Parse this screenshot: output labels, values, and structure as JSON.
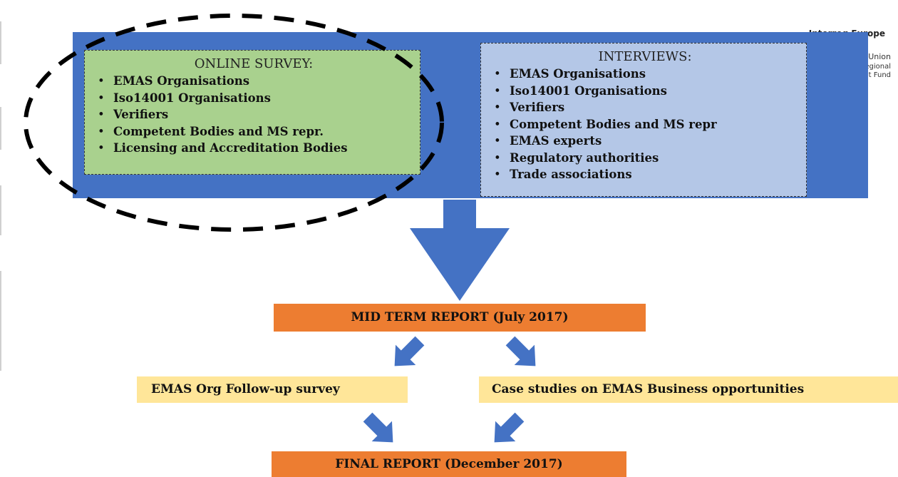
{
  "header_logo": {
    "line1": "Interreg Europe",
    "line2": "Union",
    "line3": "egional",
    "line4": "t Fund"
  },
  "survey": {
    "title": "ONLINE SURVEY:",
    "items": [
      "EMAS Organisations",
      "Iso14001 Organisations",
      "Verifiers",
      "Competent Bodies and MS repr.",
      "Licensing and Accreditation Bodies"
    ]
  },
  "interviews": {
    "title": "INTERVIEWS:",
    "items": [
      "EMAS Organisations",
      "Iso14001 Organisations",
      "Verifiers",
      "Competent Bodies and MS repr",
      "EMAS experts",
      "Regulatory authorities",
      "Trade associations"
    ]
  },
  "bullet": "•",
  "mid_report": "MID TERM REPORT (July 2017)",
  "followup_survey": "EMAS Org Follow-up survey",
  "case_studies": "Case studies on EMAS Business opportunities",
  "final_report": "FINAL REPORT (December 2017)",
  "colors": {
    "band": "#4472c4",
    "survey_bg": "#a9d18e",
    "interviews_bg": "#b4c7e7",
    "report_orange": "#ed7d31",
    "yellow": "#ffe699",
    "arrow": "#4472c4"
  }
}
